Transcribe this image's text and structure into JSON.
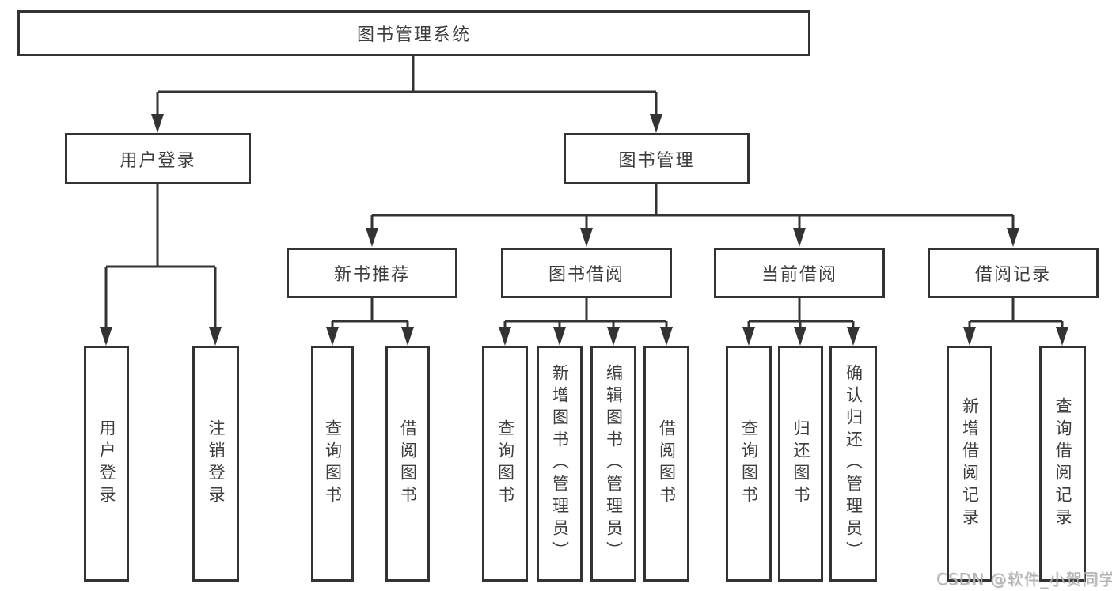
{
  "diagram": {
    "root": {
      "label": "图书管理系统"
    },
    "branches": [
      {
        "label": "用户登录",
        "children": [
          {
            "label": "用户登录"
          },
          {
            "label": "注销登录"
          }
        ]
      },
      {
        "label": "图书管理",
        "children": [
          {
            "label": "新书推荐",
            "children": [
              {
                "label": "查询图书"
              },
              {
                "label": "借阅图书"
              }
            ]
          },
          {
            "label": "图书借阅",
            "children": [
              {
                "label": "查询图书"
              },
              {
                "label": "新增图书（管理员）"
              },
              {
                "label": "编辑图书（管理员）"
              },
              {
                "label": "借阅图书"
              }
            ]
          },
          {
            "label": "当前借阅",
            "children": [
              {
                "label": "查询图书"
              },
              {
                "label": "归还图书"
              },
              {
                "label": "确认归还（管理员）"
              }
            ]
          },
          {
            "label": "借阅记录",
            "children": [
              {
                "label": "新增借阅记录"
              },
              {
                "label": "查询借阅记录"
              }
            ]
          }
        ]
      }
    ],
    "watermark": "CSDN @软件_小贺同学",
    "colors": {
      "line": "#333333",
      "text": "#3d3d3d",
      "watermark": "#b3b3b3",
      "background": "#ffffff"
    }
  }
}
